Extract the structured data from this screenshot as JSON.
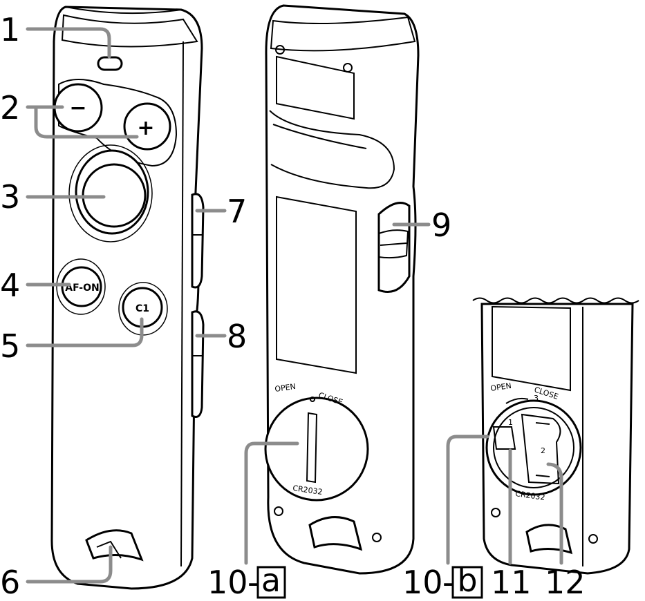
{
  "callouts": {
    "c1": "1",
    "c2": "2",
    "c3": "3",
    "c4": "4",
    "c5": "5",
    "c6": "6",
    "c7": "7",
    "c8": "8",
    "c9": "9",
    "c10a_num": "10",
    "c10a_dash": "-",
    "c10a_letter": "a",
    "c10b_num": "10",
    "c10b_dash": "-",
    "c10b_letter": "b",
    "c11": "11",
    "c12": "12"
  },
  "buttons": {
    "minus": "−",
    "plus": "+",
    "af_on": "AF-ON",
    "c1": "C1"
  },
  "battery_cover": {
    "open": "OPEN",
    "close": "CLOSE",
    "model": "CR2032",
    "step1": "1",
    "step2": "2",
    "step3": "3"
  },
  "colors": {
    "line": "#000000",
    "leader": "#8c8c8c",
    "body": "#ffffff"
  }
}
